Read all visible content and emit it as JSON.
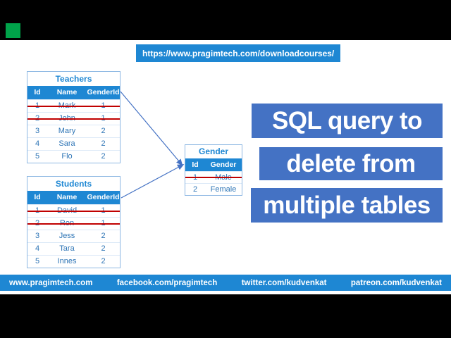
{
  "colors": {
    "bright_blue": "#1E87D3",
    "title_box_blue": "#4472C4",
    "table_text_blue": "#2E75B6",
    "strike_red": "#C00000",
    "logo_green": "#00A34A",
    "letterbox_black": "#000000"
  },
  "url_banner": {
    "text": "https://www.pragimtech.com/downloadcourses/"
  },
  "diagram": {
    "tables": [
      {
        "id": "teachers",
        "title": "Teachers",
        "columns": [
          "Id",
          "Name",
          "GenderId"
        ],
        "rows": [
          [
            "1",
            "Mark",
            "1"
          ],
          [
            "2",
            "John",
            "1"
          ],
          [
            "3",
            "Mary",
            "2"
          ],
          [
            "4",
            "Sara",
            "2"
          ],
          [
            "5",
            "Flo",
            "2"
          ]
        ],
        "struck_rows": [
          0,
          1
        ]
      },
      {
        "id": "students",
        "title": "Students",
        "columns": [
          "Id",
          "Name",
          "GenderId"
        ],
        "rows": [
          [
            "1",
            "David",
            "1"
          ],
          [
            "2",
            "Ron",
            "1"
          ],
          [
            "3",
            "Jess",
            "2"
          ],
          [
            "4",
            "Tara",
            "2"
          ],
          [
            "5",
            "Innes",
            "2"
          ]
        ],
        "struck_rows": [
          0,
          1
        ]
      },
      {
        "id": "gender",
        "title": "Gender",
        "columns": [
          "Id",
          "Gender"
        ],
        "rows": [
          [
            "1",
            "Male"
          ],
          [
            "2",
            "Female"
          ]
        ],
        "struck_rows": [
          0
        ]
      }
    ],
    "arrows": [
      {
        "from": "teachers",
        "to": "gender"
      },
      {
        "from": "students",
        "to": "gender"
      }
    ]
  },
  "title": {
    "lines": [
      "SQL query to",
      "delete from",
      "multiple tables"
    ]
  },
  "footer": {
    "items": [
      "www.pragimtech.com",
      "facebook.com/pragimtech",
      "twitter.com/kudvenkat",
      "patreon.com/kudvenkat"
    ]
  }
}
